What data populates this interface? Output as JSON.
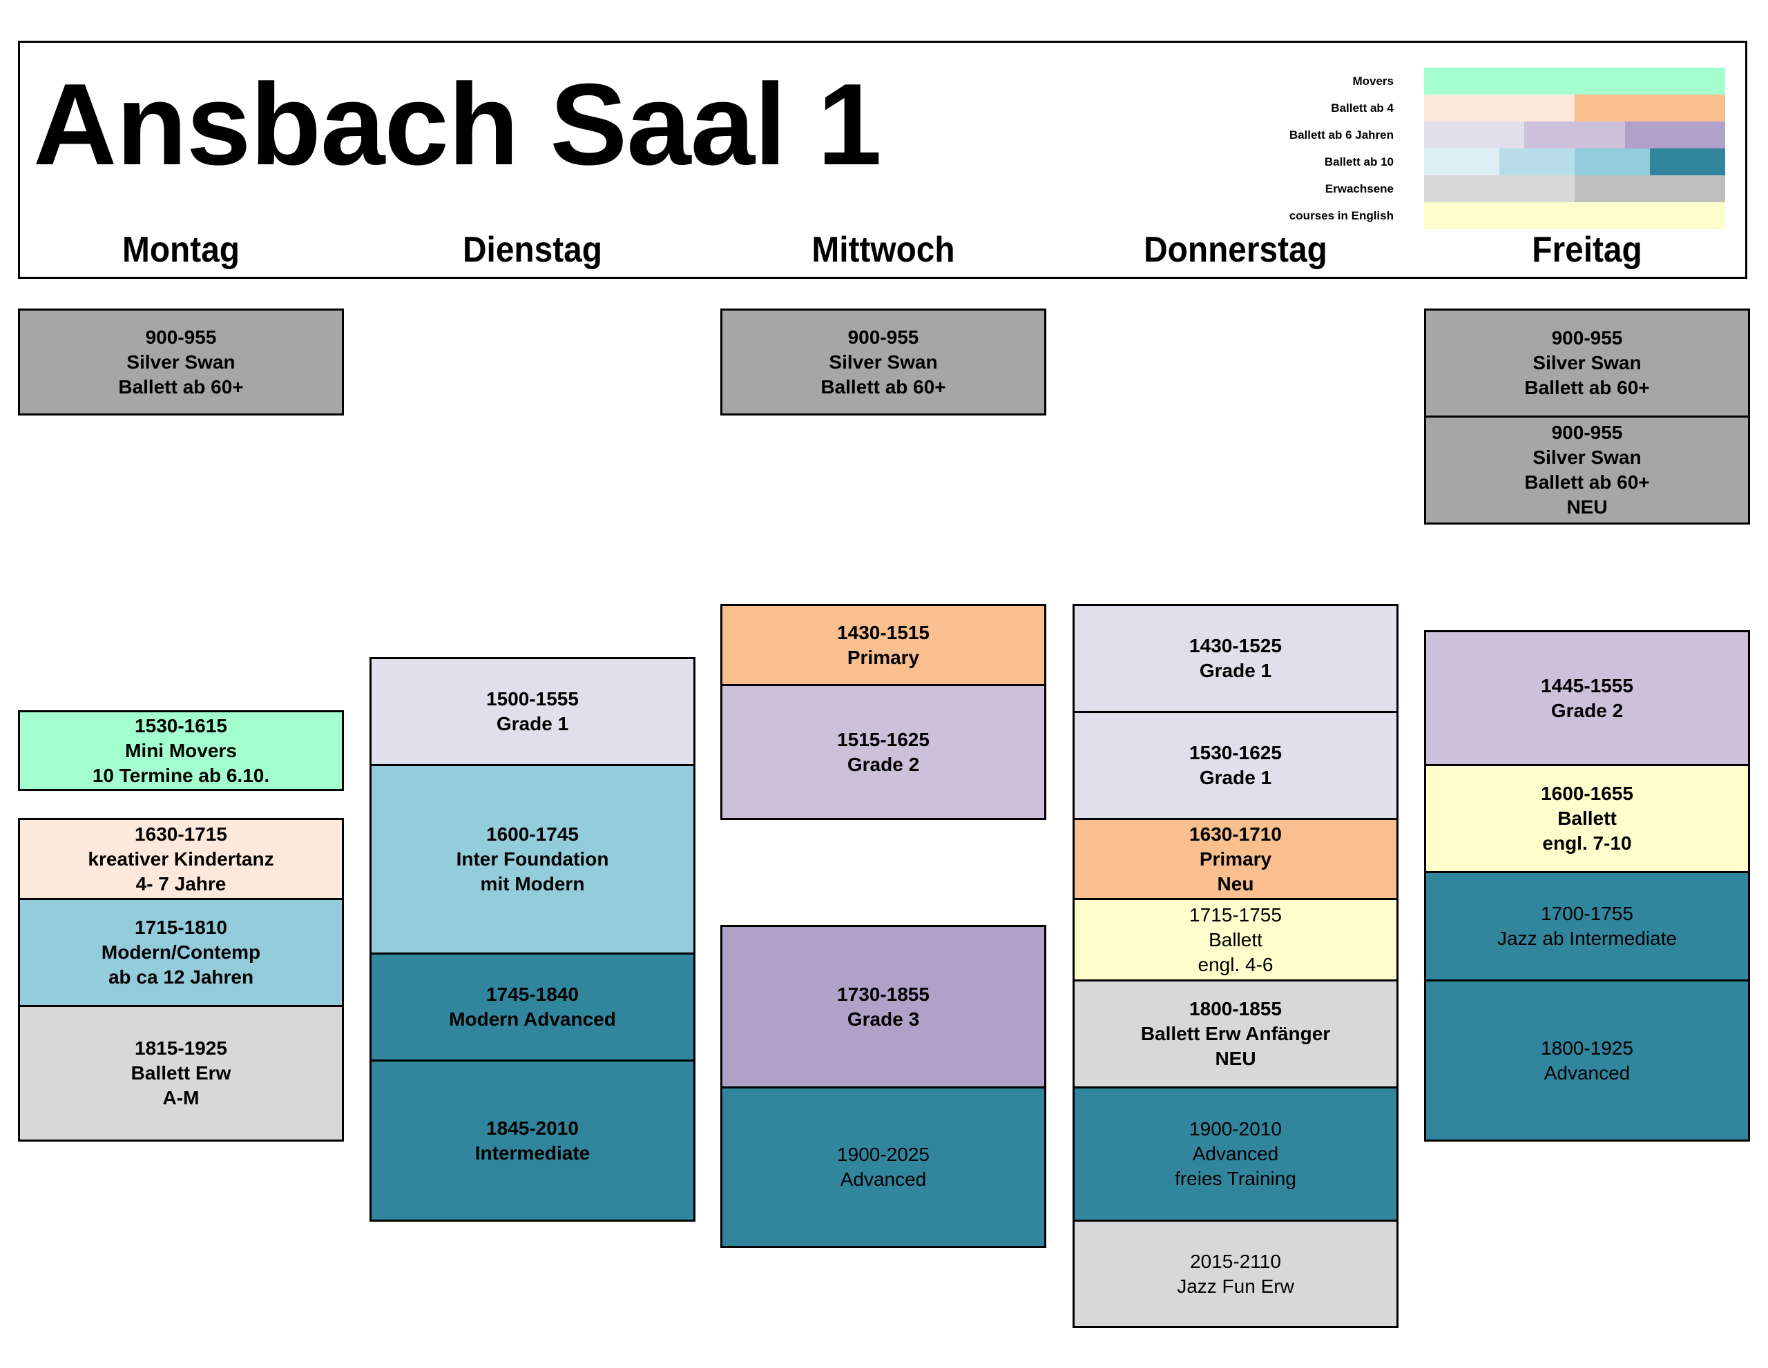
{
  "title": "Ansbach Saal 1",
  "days": [
    "Montag",
    "Dienstag",
    "Mittwoch",
    "Donnerstag",
    "Freitag"
  ],
  "legend": [
    {
      "label": "Movers",
      "colors": [
        "#a4ffce"
      ]
    },
    {
      "label": "Ballett ab 4",
      "colors": [
        "#fde9dc",
        "#f9bf8f"
      ]
    },
    {
      "label": "Ballett ab 6 Jahren",
      "colors": [
        "#e2dfec",
        "#cdc0da",
        "#b1a0c8"
      ]
    },
    {
      "label": "Ballett ab 10",
      "colors": [
        "#dbeef4",
        "#b7dde8",
        "#93cddc",
        "#31859c"
      ]
    },
    {
      "label": "Erwachsene",
      "colors": [
        "#d8d8d8",
        "#bfbfbf"
      ]
    },
    {
      "label": "courses in English",
      "colors": [
        "#fffdcb"
      ]
    }
  ],
  "schedule": {
    "Montag": [
      {
        "lines": [
          "900-955",
          "Silver Swan",
          "Ballett ab 60+"
        ],
        "color": "#a6a6a6",
        "weight": "bold"
      },
      {
        "lines": [
          "1530-1615",
          "Mini Movers",
          "10 Termine ab 6.10."
        ],
        "color": "#a4ffce",
        "weight": "bold"
      },
      {
        "lines": [
          "1630-1715",
          "kreativer Kindertanz",
          "4- 7 Jahre"
        ],
        "color": "#fde9dc",
        "weight": "bold"
      },
      {
        "lines": [
          "1715-1810",
          "Modern/Contemp",
          "ab ca 12 Jahren"
        ],
        "color": "#93cddc",
        "weight": "bold"
      },
      {
        "lines": [
          "1815-1925",
          "Ballett Erw",
          "A-M"
        ],
        "color": "#d8d8d8",
        "weight": "bold"
      }
    ],
    "Dienstag": [
      {
        "lines": [
          "1500-1555",
          "Grade 1"
        ],
        "color": "#e2dfec",
        "weight": "bold"
      },
      {
        "lines": [
          "1600-1745",
          "Inter Foundation",
          "mit Modern"
        ],
        "color": "#93cddc",
        "weight": "bold"
      },
      {
        "lines": [
          "1745-1840",
          "Modern Advanced"
        ],
        "color": "#31859c",
        "weight": "bold"
      },
      {
        "lines": [
          "1845-2010",
          "Intermediate"
        ],
        "color": "#31859c",
        "weight": "bold"
      }
    ],
    "Mittwoch": [
      {
        "lines": [
          "900-955",
          "Silver Swan",
          "Ballett ab 60+"
        ],
        "color": "#a6a6a6",
        "weight": "bold"
      },
      {
        "lines": [
          "1430-1515",
          "Primary"
        ],
        "color": "#f9bf8f",
        "weight": "bold"
      },
      {
        "lines": [
          "1515-1625",
          "Grade 2"
        ],
        "color": "#cdc0da",
        "weight": "bold"
      },
      {
        "lines": [
          "1730-1855",
          "Grade 3"
        ],
        "color": "#b1a0c8",
        "weight": "bold"
      },
      {
        "lines": [
          "1900-2025",
          "Advanced"
        ],
        "color": "#31859c",
        "weight": "regular"
      }
    ],
    "Donnerstag": [
      {
        "lines": [
          "1430-1525",
          "Grade 1"
        ],
        "color": "#e2dfec",
        "weight": "bold"
      },
      {
        "lines": [
          "1530-1625",
          "Grade 1"
        ],
        "color": "#e2dfec",
        "weight": "bold"
      },
      {
        "lines": [
          "1630-1710",
          "Primary",
          "Neu"
        ],
        "color": "#f9bf8f",
        "weight": "bold"
      },
      {
        "lines": [
          "1715-1755",
          "Ballett",
          "engl. 4-6"
        ],
        "color": "#fffdcb",
        "weight": "regular"
      },
      {
        "lines": [
          "1800-1855",
          "Ballett Erw Anfänger",
          "NEU"
        ],
        "color": "#d8d8d8",
        "weight": "bold"
      },
      {
        "lines": [
          "1900-2010",
          "Advanced",
          "freies Training"
        ],
        "color": "#31859c",
        "weight": "regular"
      },
      {
        "lines": [
          "2015-2110",
          "Jazz Fun Erw"
        ],
        "color": "#d8d8d8",
        "weight": "regular"
      }
    ],
    "Freitag": [
      {
        "lines": [
          "900-955",
          "Silver Swan",
          "Ballett ab 60+"
        ],
        "color": "#a6a6a6",
        "weight": "bold"
      },
      {
        "lines": [
          "900-955",
          "Silver Swan",
          "Ballett ab 60+",
          "NEU"
        ],
        "color": "#a6a6a6",
        "weight": "bold"
      },
      {
        "lines": [
          "1445-1555",
          "Grade 2"
        ],
        "color": "#cdc0da",
        "weight": "bold"
      },
      {
        "lines": [
          "1600-1655",
          "Ballett",
          "engl. 7-10"
        ],
        "color": "#fffdcb",
        "weight": "bold"
      },
      {
        "lines": [
          "1700-1755",
          "Jazz ab Intermediate"
        ],
        "color": "#31859c",
        "weight": "regular"
      },
      {
        "lines": [
          "1800-1925",
          "Advanced"
        ],
        "color": "#31859c",
        "weight": "regular"
      }
    ]
  }
}
